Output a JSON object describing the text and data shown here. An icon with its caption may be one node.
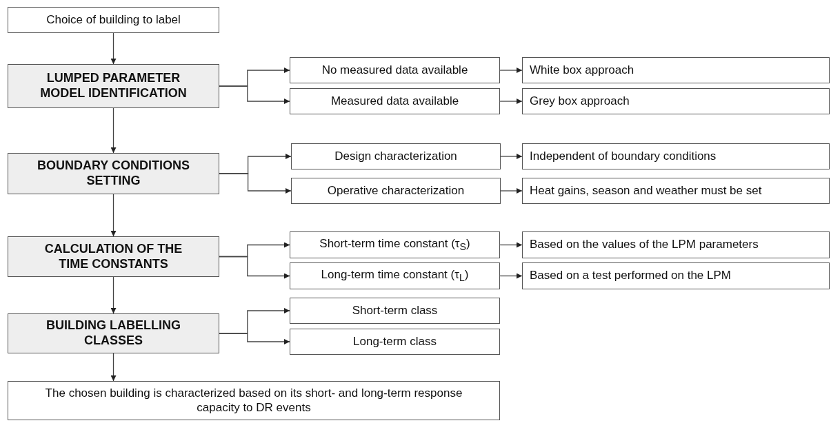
{
  "diagram": {
    "nodes": [
      {
        "text": [
          "Choice of building to label"
        ]
      },
      {
        "text": [
          "LUMPED PARAMETER MODEL IDENTIFICATION"
        ]
      },
      {
        "text": [
          "No measured data available"
        ]
      },
      {
        "text": [
          "Measured data available"
        ]
      },
      {
        "text": [
          "White box approach"
        ]
      },
      {
        "text": [
          "Grey box approach"
        ]
      },
      {
        "text": [
          "BOUNDARY CONDITIONS SETTING"
        ]
      },
      {
        "text": [
          "Design characterization"
        ]
      },
      {
        "text": [
          "Operative characterization"
        ]
      },
      {
        "text": [
          "Independent of boundary conditions"
        ]
      },
      {
        "text": [
          "Heat gains, season and weather must be set"
        ]
      },
      {
        "text": [
          "CALCULATION OF THE TIME CONSTANTS"
        ]
      },
      {
        "text": [
          "Short-term time constant (τ$_{S}$)"
        ]
      },
      {
        "text": [
          "Long-term time constant (τ$_{L}$)"
        ]
      },
      {
        "text": [
          "Based on the values of the LPM parameters"
        ]
      },
      {
        "text": [
          "Based on a test performed on the LPM"
        ]
      },
      {
        "text": [
          "BUILDING LABELLING CLASSES"
        ]
      },
      {
        "text": [
          "Short-term class"
        ]
      },
      {
        "text": [
          "Long-term class"
        ]
      },
      {
        "text": [
          "The chosen building is characterized based on its short- and long-term response capacity to DR events"
        ]
      }
    ],
    "edges": [
      {
        "from": 0,
        "to": 1,
        "arrow": "to"
      },
      {
        "from": 1,
        "to": 2,
        "arrow": "to"
      },
      {
        "from": 1,
        "to": 3,
        "arrow": "to"
      },
      {
        "from": 2,
        "to": 4,
        "arrow": "to"
      },
      {
        "from": 3,
        "to": 5,
        "arrow": "to"
      },
      {
        "from": 1,
        "to": 6,
        "arrow": "to"
      },
      {
        "from": 6,
        "to": 7,
        "arrow": "to"
      },
      {
        "from": 6,
        "to": 8,
        "arrow": "to"
      },
      {
        "from": 7,
        "to": 9,
        "arrow": "to"
      },
      {
        "from": 8,
        "to": 10,
        "arrow": "to"
      },
      {
        "from": 6,
        "to": 11,
        "arrow": "to"
      },
      {
        "from": 11,
        "to": 12,
        "arrow": "to"
      },
      {
        "from": 11,
        "to": 13,
        "arrow": "to"
      },
      {
        "from": 12,
        "to": 14,
        "arrow": "to"
      },
      {
        "from": 13,
        "to": 15,
        "arrow": "to"
      },
      {
        "from": 11,
        "to": 16,
        "arrow": "to"
      },
      {
        "from": 16,
        "to": 17,
        "arrow": "to"
      },
      {
        "from": 16,
        "to": 18,
        "arrow": "to"
      },
      {
        "from": 16,
        "to": 19,
        "arrow": "to"
      }
    ]
  }
}
